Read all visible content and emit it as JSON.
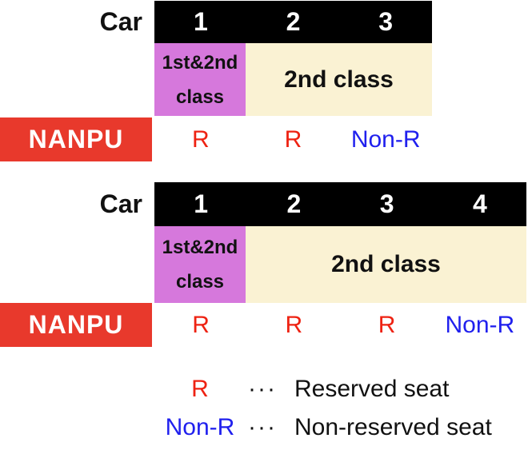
{
  "colors": {
    "header_bg": "#000000",
    "header_text": "#ffffff",
    "first_second_class_bg": "#D678DC",
    "second_class_bg": "#FAF2D3",
    "train_badge_bg": "#E8392C",
    "train_badge_text": "#ffffff",
    "reserved_red": "#EE2212",
    "non_reserved_blue": "#2020EE",
    "body_text": "#111111",
    "page_bg": "#ffffff"
  },
  "tables": [
    {
      "row_label": "Car",
      "train_name": "NANPU",
      "car_numbers": [
        "1",
        "2",
        "3"
      ],
      "class_cells": [
        {
          "line1": "1st&2nd",
          "line2": "class",
          "cars_spanned": 1,
          "type": "first-and-second-class"
        },
        {
          "label": "2nd class",
          "cars_spanned": 2,
          "type": "second-class"
        }
      ],
      "seats": [
        {
          "label": "R",
          "type": "reserved"
        },
        {
          "label": "R",
          "type": "reserved"
        },
        {
          "label": "Non-R",
          "type": "non-reserved"
        }
      ]
    },
    {
      "row_label": "Car",
      "train_name": "NANPU",
      "car_numbers": [
        "1",
        "2",
        "3",
        "4"
      ],
      "class_cells": [
        {
          "line1": "1st&2nd",
          "line2": "class",
          "cars_spanned": 1,
          "type": "first-and-second-class"
        },
        {
          "label": "2nd class",
          "cars_spanned": 3,
          "type": "second-class"
        }
      ],
      "seats": [
        {
          "label": "R",
          "type": "reserved"
        },
        {
          "label": "R",
          "type": "reserved"
        },
        {
          "label": "R",
          "type": "reserved"
        },
        {
          "label": "Non-R",
          "type": "non-reserved"
        }
      ]
    }
  ],
  "legend": {
    "items": [
      {
        "symbol": "R",
        "separator": "···",
        "description": "Reserved seat",
        "type": "reserved"
      },
      {
        "symbol": "Non-R",
        "separator": "···",
        "description": "Non-reserved seat",
        "type": "non-reserved"
      }
    ]
  }
}
